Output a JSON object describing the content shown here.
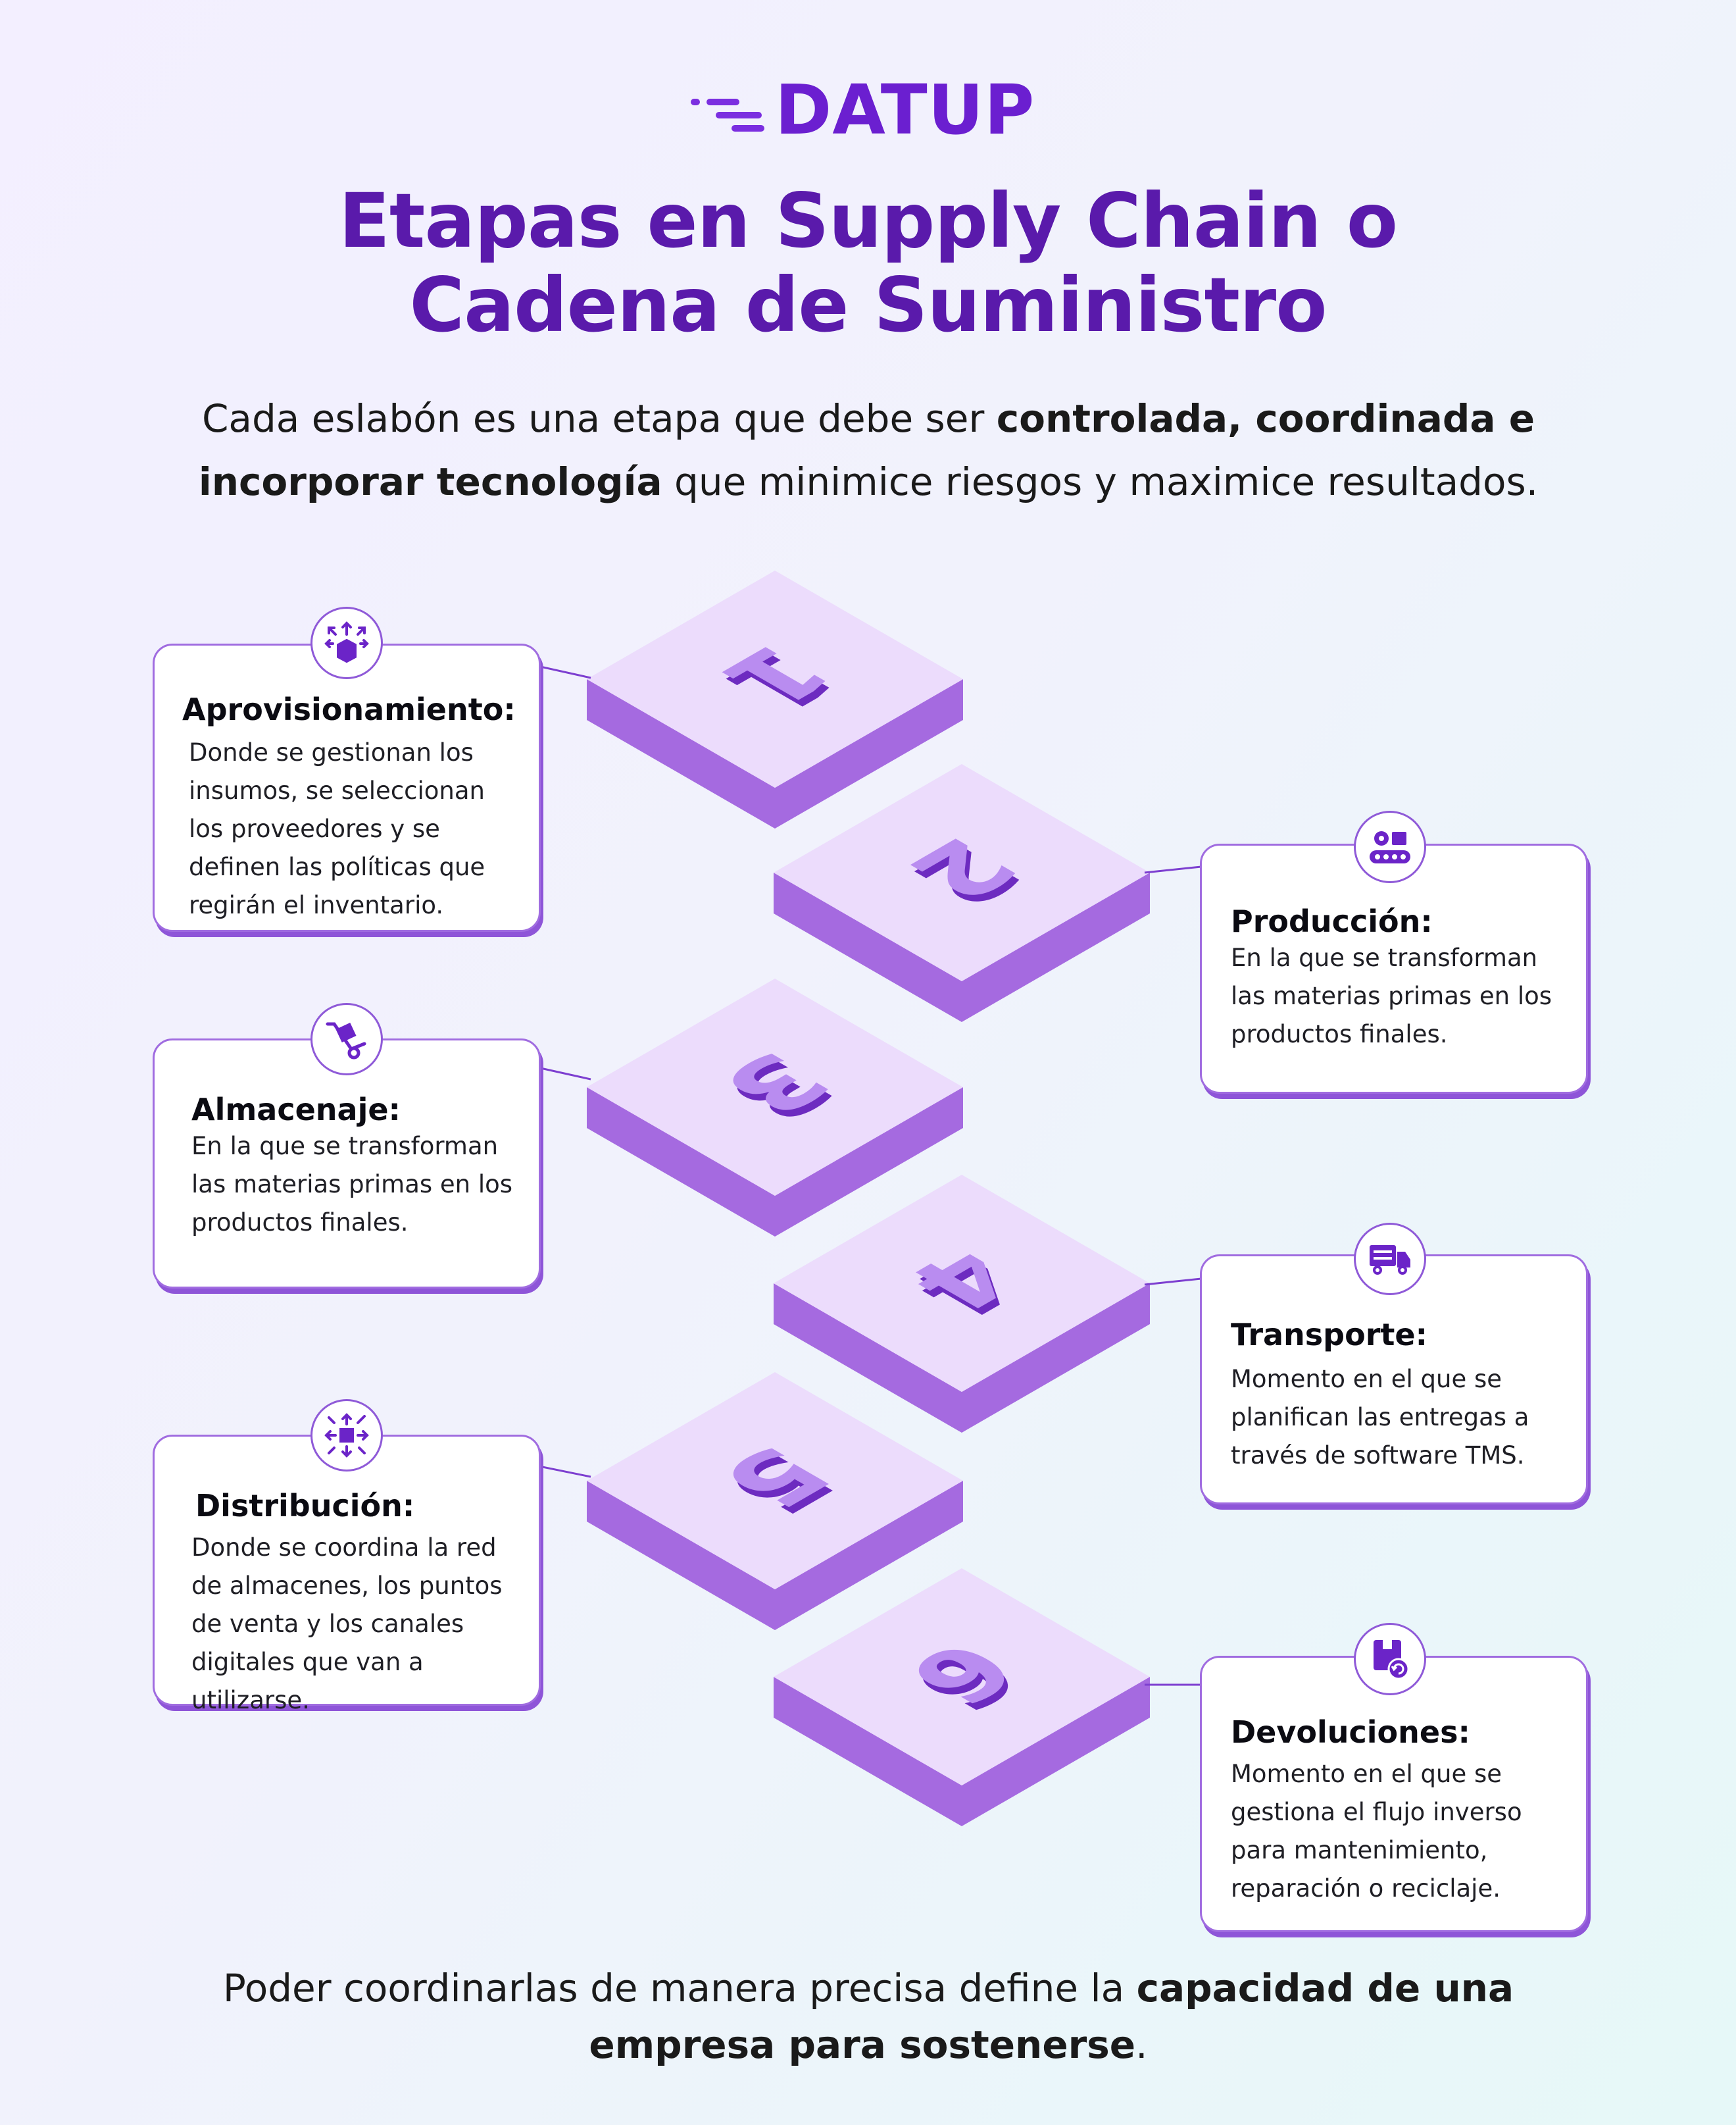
{
  "brand": {
    "name": "DATUP"
  },
  "title": {
    "line1": "Etapas en Supply Chain o",
    "line2": "Cadena de Suministro"
  },
  "intro": {
    "part1": "Cada eslabón es una etapa que debe ser ",
    "bold1": "controlada, coordinada e incorporar tecnología",
    "part2": " que minimice riesgos y maximice resultados."
  },
  "stages": [
    {
      "number": "1",
      "title": "Aprovisionamiento:",
      "text": "Donde se gestionan los insumos, se seleccionan los proveedores y se definen las políticas que regirán el inventario.",
      "icon": "box-arrows-icon"
    },
    {
      "number": "2",
      "title": "Producción:",
      "text": "En la que se transforman las materias primas en los productos finales.",
      "icon": "conveyor-gear-icon"
    },
    {
      "number": "3",
      "title": "Almacenaje:",
      "text": "En la que se transforman las materias primas en los productos finales.",
      "icon": "hand-truck-icon"
    },
    {
      "number": "4",
      "title": "Transporte:",
      "text": "Momento en el que se planifican las entregas a través de software TMS.",
      "icon": "truck-icon"
    },
    {
      "number": "5",
      "title": "Distribución:",
      "text": "Donde se coordina la red de almacenes, los puntos de venta y los canales digitales que van a utilizarse.",
      "icon": "distribution-arrows-icon"
    },
    {
      "number": "6",
      "title": "Devoluciones:",
      "text": "Momento en el que se gestiona el flujo inverso para mantenimiento, reparación o reciclaje.",
      "icon": "return-box-icon"
    }
  ],
  "outro": {
    "part1": "Poder coordinarlas de manera precisa define la ",
    "bold1": "capacidad de una empresa para sostenerse",
    "part2": "."
  },
  "colors": {
    "title": "#5a1aab",
    "tile_top": "#ecdcfc",
    "tile_side": "#a56ae0",
    "number": "#b98cf0",
    "card_border": "#a06ce0",
    "background_left": "#f3efff",
    "background_right": "#e6f8f8"
  }
}
